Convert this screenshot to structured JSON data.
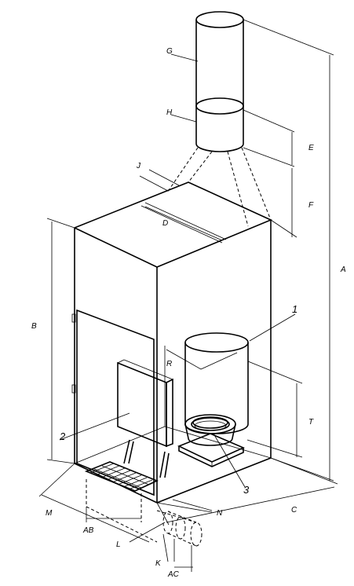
{
  "labels": {
    "G": "G",
    "H": "H",
    "E": "E",
    "F": "F",
    "J": "J",
    "D": "D",
    "A": "A",
    "B": "B",
    "R": "R",
    "T": "T",
    "C": "C",
    "M": "M",
    "N": "N",
    "AB": "AB",
    "L": "L",
    "K": "K",
    "AC": "AC"
  },
  "callouts": {
    "c1": "1",
    "c2": "2",
    "c3": "3"
  }
}
